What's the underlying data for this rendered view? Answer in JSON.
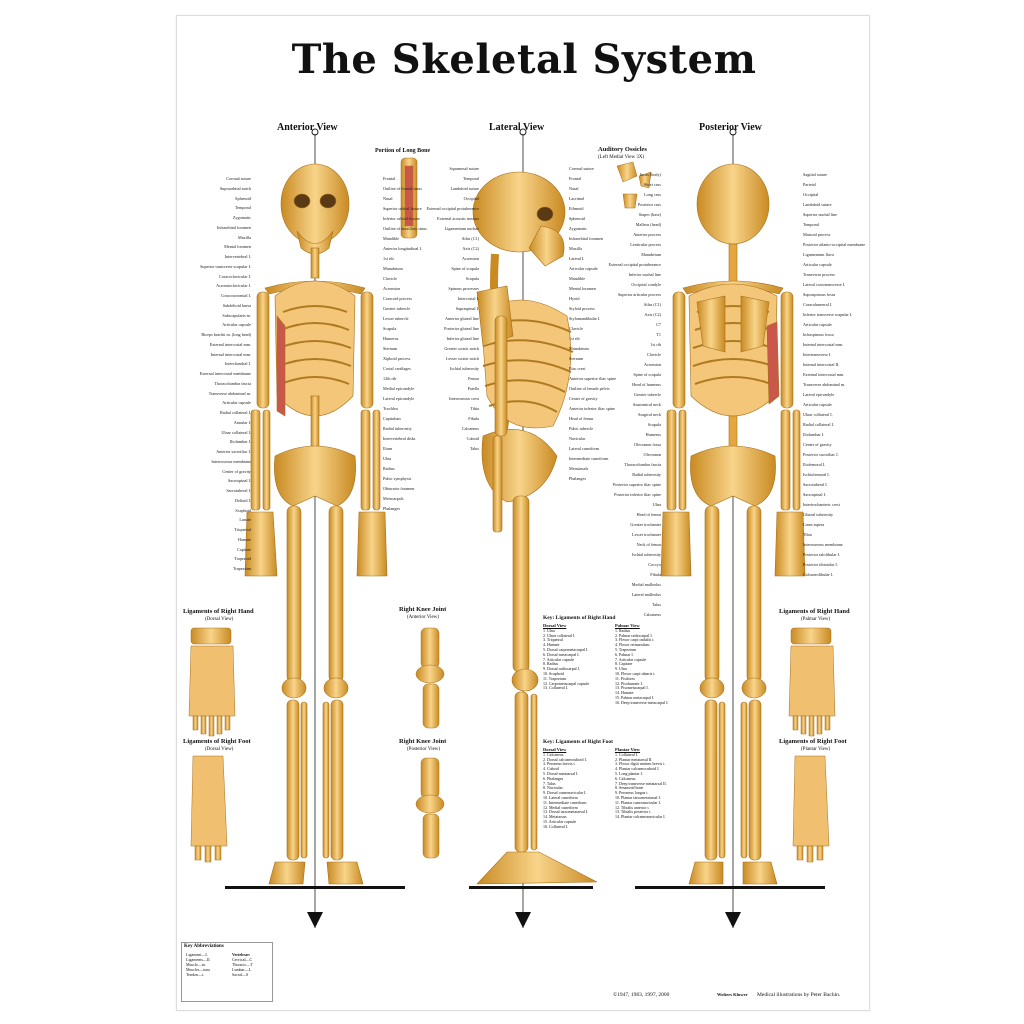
{
  "title": "The Skeletal System",
  "views": {
    "anterior": "Anterior View",
    "lateral": "Lateral View",
    "posterior": "Posterior View"
  },
  "insets": {
    "long_bone": "Portion of Long Bone",
    "ossicles": "Auditory Ossicles",
    "ossicles_sub": "(Left Medial View 3X)",
    "hand_dorsal": "Ligaments of Right Hand",
    "hand_dorsal_sub": "(Dorsal View)",
    "hand_palmar": "Ligaments of Right Hand",
    "hand_palmar_sub": "(Palmar View)",
    "foot_dorsal": "Ligaments of Right Foot",
    "foot_dorsal_sub": "(Dorsal View)",
    "foot_plantar": "Ligaments of Right Foot",
    "foot_plantar_sub": "(Plantar View)",
    "knee_anterior": "Right Knee Joint",
    "knee_anterior_sub": "(Anterior View)",
    "knee_posterior": "Right Knee Joint",
    "knee_posterior_sub": "(Posterior View)"
  },
  "labels": {
    "anterior_left": [
      "Coronal suture",
      "Supraorbital notch",
      "Sphenoid",
      "Temporal",
      "Zygomatic",
      "Infraorbital foramen",
      "Maxilla",
      "Mental foramen",
      "Intervertebral I.",
      "Superior transverse scapular I.",
      "Coracoclavicular I.",
      "Acromioclavicular I.",
      "Coracoacromial I.",
      "Subdeltoid bursa",
      "Subscapularis m.",
      "Articular capsule",
      "Biceps brachii m. (long head)",
      "External intercostal mm.",
      "Internal intercostal mm.",
      "Interchondral I.",
      "External intercostal membrane",
      "Thoracolumbar fascia",
      "Transverse abdominal m.",
      "Articular capsule",
      "Radial collateral I.",
      "Annular I.",
      "Ulnar collateral I.",
      "Iliolumbar I.",
      "Anterior sacroiliac I.",
      "Interosseous membrane",
      "Center of gravity",
      "Sacrospinal I.",
      "Sacrotuberal I.",
      "Deltoid I.",
      "Scaphoid",
      "Lunate",
      "Triquetral",
      "Hamate",
      "Capitate",
      "Trapezoid",
      "Trapezium"
    ],
    "anterior_right": [
      "Frontal",
      "Outline of frontal sinus",
      "Nasal",
      "Superior orbital fissure",
      "Inferior orbital fissure",
      "Outline of maxillary sinus",
      "Mandible",
      "Anterior longitudinal I.",
      "1st rib",
      "Manubrium",
      "Clavicle",
      "Acromion",
      "Coracoid process",
      "Greater tubercle",
      "Lesser tubercle",
      "Scapula",
      "Humerus",
      "Sternum",
      "Xiphoid process",
      "Costal cartilages",
      "12th rib",
      "Medial epicondyle",
      "Lateral epicondyle",
      "Trochlea",
      "Capitulum",
      "Radial tuberosity",
      "Intervertebral disks",
      "Ilium",
      "Ulna",
      "Radius",
      "Pubic symphysis",
      "Obturator foramen",
      "Metacarpals",
      "Phalanges"
    ],
    "lateral_left": [
      "Squamosal suture",
      "Temporal",
      "Lambdoid suture",
      "Occipital",
      "External occipital protuberance",
      "External acoustic meatus",
      "Ligamentum nuchae",
      "Atlas (C1)",
      "Axis (C2)",
      "Acromion",
      "Spine of scapula",
      "Scapula",
      "Spinous processes",
      "Intercostal I.",
      "Supraspinal I.",
      "Anterior gluteal line",
      "Posterior gluteal line",
      "Inferior gluteal line",
      "Greater sciatic notch",
      "Lesser sciatic notch",
      "Ischial tuberosity",
      "Femur",
      "Patella",
      "Interosseous crest",
      "Tibia",
      "Fibula",
      "Calcaneus",
      "Cuboid",
      "Talus"
    ],
    "lateral_right": [
      "Coronal suture",
      "Frontal",
      "Nasal",
      "Lacrimal",
      "Ethmoid",
      "Sphenoid",
      "Zygomatic",
      "Infraorbital foramen",
      "Maxilla",
      "Lateral I.",
      "Articular capsule",
      "Mandible",
      "Mental foramen",
      "Hyoid",
      "Styloid process",
      "Stylomandibular I.",
      "Clavicle",
      "1st rib",
      "Manubrium",
      "Sternum",
      "Iliac crest",
      "Anterior superior iliac spine",
      "Outline of female pelvis",
      "Center of gravity",
      "Anterior inferior iliac spine",
      "Head of femur",
      "Pubic tubercle",
      "Navicular",
      "Lateral cuneiform",
      "Intermediate cuneiform",
      "Metatarsals",
      "Phalanges"
    ],
    "posterior_left": [
      "Incus (body)",
      "Short crus",
      "Long crus",
      "Posterior crus",
      "Stapes (base)",
      "Malleus (head)",
      "Anterior process",
      "Lenticular process",
      "Manubrium",
      "External occipital protuberance",
      "Inferior nuchal line",
      "Occipital condyle",
      "Superior articular process",
      "Atlas (C1)",
      "Axis (C2)",
      "C7",
      "T1",
      "1st rib",
      "Clavicle",
      "Acromion",
      "Spine of scapula",
      "Head of humerus",
      "Greater tubercle",
      "Anatomical neck",
      "Surgical neck",
      "Scapula",
      "Humerus",
      "Olecranon fossa",
      "Olecranon",
      "Thoracolumbar fascia",
      "Radial tuberosity",
      "Posterior superior iliac spine",
      "Posterior inferior iliac spine",
      "Ulna",
      "Head of femur",
      "Greater trochanter",
      "Lesser trochanter",
      "Neck of femur",
      "Ischial tuberosity",
      "Coccyx",
      "Fibula",
      "Medial malleolus",
      "Lateral malleolus",
      "Talus",
      "Calcaneus"
    ],
    "posterior_right": [
      "Sagittal suture",
      "Parietal",
      "Occipital",
      "Lambdoid suture",
      "Superior nuchal line",
      "Temporal",
      "Mastoid process",
      "Posterior atlanto-occipital membrane",
      "Ligamentum flava",
      "Articular capsule",
      "Transverse process",
      "Lateral costotransverse I.",
      "Supraspinous fossa",
      "Coracohumeral I.",
      "Inferior transverse scapular I.",
      "Articular capsule",
      "Infraspinous fossa",
      "Internal intercostal mm.",
      "Intertransverse I.",
      "Internal intercostal II.",
      "External intercostal mm.",
      "Transverse abdominal m.",
      "Lateral epicondyle",
      "Articular capsule",
      "Ulnar collateral I.",
      "Radial collateral I.",
      "Iliolumbar I.",
      "Center of gravity",
      "Posterior sacroiliac I.",
      "Iliofemoral I.",
      "Ischiofemoral I.",
      "Sacrotuberal I.",
      "Sacrospinal I.",
      "Intertrochanteric crest",
      "Gluteal tuberosity",
      "Linea aspera",
      "Tibia",
      "Interosseous membrane",
      "Posterior talofibular I.",
      "Posterior tibiotalar I.",
      "Calcaneofibular I."
    ]
  },
  "ligaments_hand": {
    "title": "Key: Ligaments of Right Hand",
    "dorsal_header": "Dorsal View",
    "palmar_header": "Palmar View",
    "dorsal": [
      "1. Ulna",
      "2. Ulnar collateral I.",
      "3. Triquetral",
      "4. Hamate",
      "5. Dorsal carpometacarpal I.",
      "6. Dorsal metacarpal I.",
      "7. Articular capsule",
      "8. Radius",
      "9. Dorsal radiocarpal I.",
      "10. Scaphoid",
      "11. Trapezium",
      "12. Carpometacarpal capsule",
      "13. Collateral I."
    ],
    "palmar": [
      "1. Radius",
      "2. Palmar radiocarpal I.",
      "3. Flexor carpi radialis t.",
      "4. Flexor retinaculum",
      "5. Trapezium",
      "6. Palmar I.",
      "7. Articular capsule",
      "8. Capitate",
      "9. Ulna",
      "10. Flexor carpi ulnaris t.",
      "11. Pisiform",
      "12. Pisohamate I.",
      "13. Pisometacarpal I.",
      "14. Hamate",
      "15. Palmar metacarpal I.",
      "16. Deep transverse metacarpal I."
    ]
  },
  "ligaments_foot": {
    "title": "Key: Ligaments of Right Foot",
    "dorsal_header": "Dorsal View",
    "plantar_header": "Plantar View",
    "dorsal": [
      "1. Calcaneus",
      "2. Dorsal calcaneocuboid I.",
      "3. Peroneus brevis t.",
      "4. Cuboid",
      "5. Dorsal metatarsal I.",
      "6. Phalanges",
      "7. Talus",
      "8. Navicular",
      "9. Dorsal cuneonavicular I.",
      "10. Lateral cuneiform",
      "11. Intermediate cuneiform",
      "12. Medial cuneiform",
      "13. Dorsal tarsometatarsal I.",
      "14. Metatarsus",
      "15. Articular capsule",
      "16. Collateral I."
    ],
    "plantar": [
      "1. Collateral I.",
      "2. Plantar metatarsal II.",
      "3. Flexor digiti minimi brevis t.",
      "4. Plantar calcaneocuboid I.",
      "5. Long plantar I.",
      "6. Calcaneus",
      "7. Deep transverse metatarsal II.",
      "8. Sesamoid bone",
      "9. Peroneus longus t.",
      "10. Plantar tarsometatarsal I.",
      "11. Plantar cuneonavicular I.",
      "12. Tibialis anterior t.",
      "13. Tibialis posterior t.",
      "14. Plantar calcaneonavicular I."
    ]
  },
  "abbrev": {
    "title": "Key Abbreviations",
    "left": [
      "Ligament—I.",
      "Ligaments—II.",
      "Muscle—m.",
      "Muscles—mm.",
      "Tendon—t."
    ],
    "vert_title": "Vertebrae:",
    "right": [
      "Cervical—C",
      "Thoracic—T",
      "Lumbar—L",
      "Sacral—S"
    ]
  },
  "footer": {
    "copyright": "©1947, 1983, 1997, 2000",
    "publisher": "Wolters Kluwer",
    "credit": "Medical illustrations by Peter Bachin."
  },
  "colors": {
    "bone": "#efb048",
    "bone_dark": "#c98a22",
    "bone_light": "#f8d48a",
    "muscle": "#c9584a",
    "line": "#333333"
  }
}
